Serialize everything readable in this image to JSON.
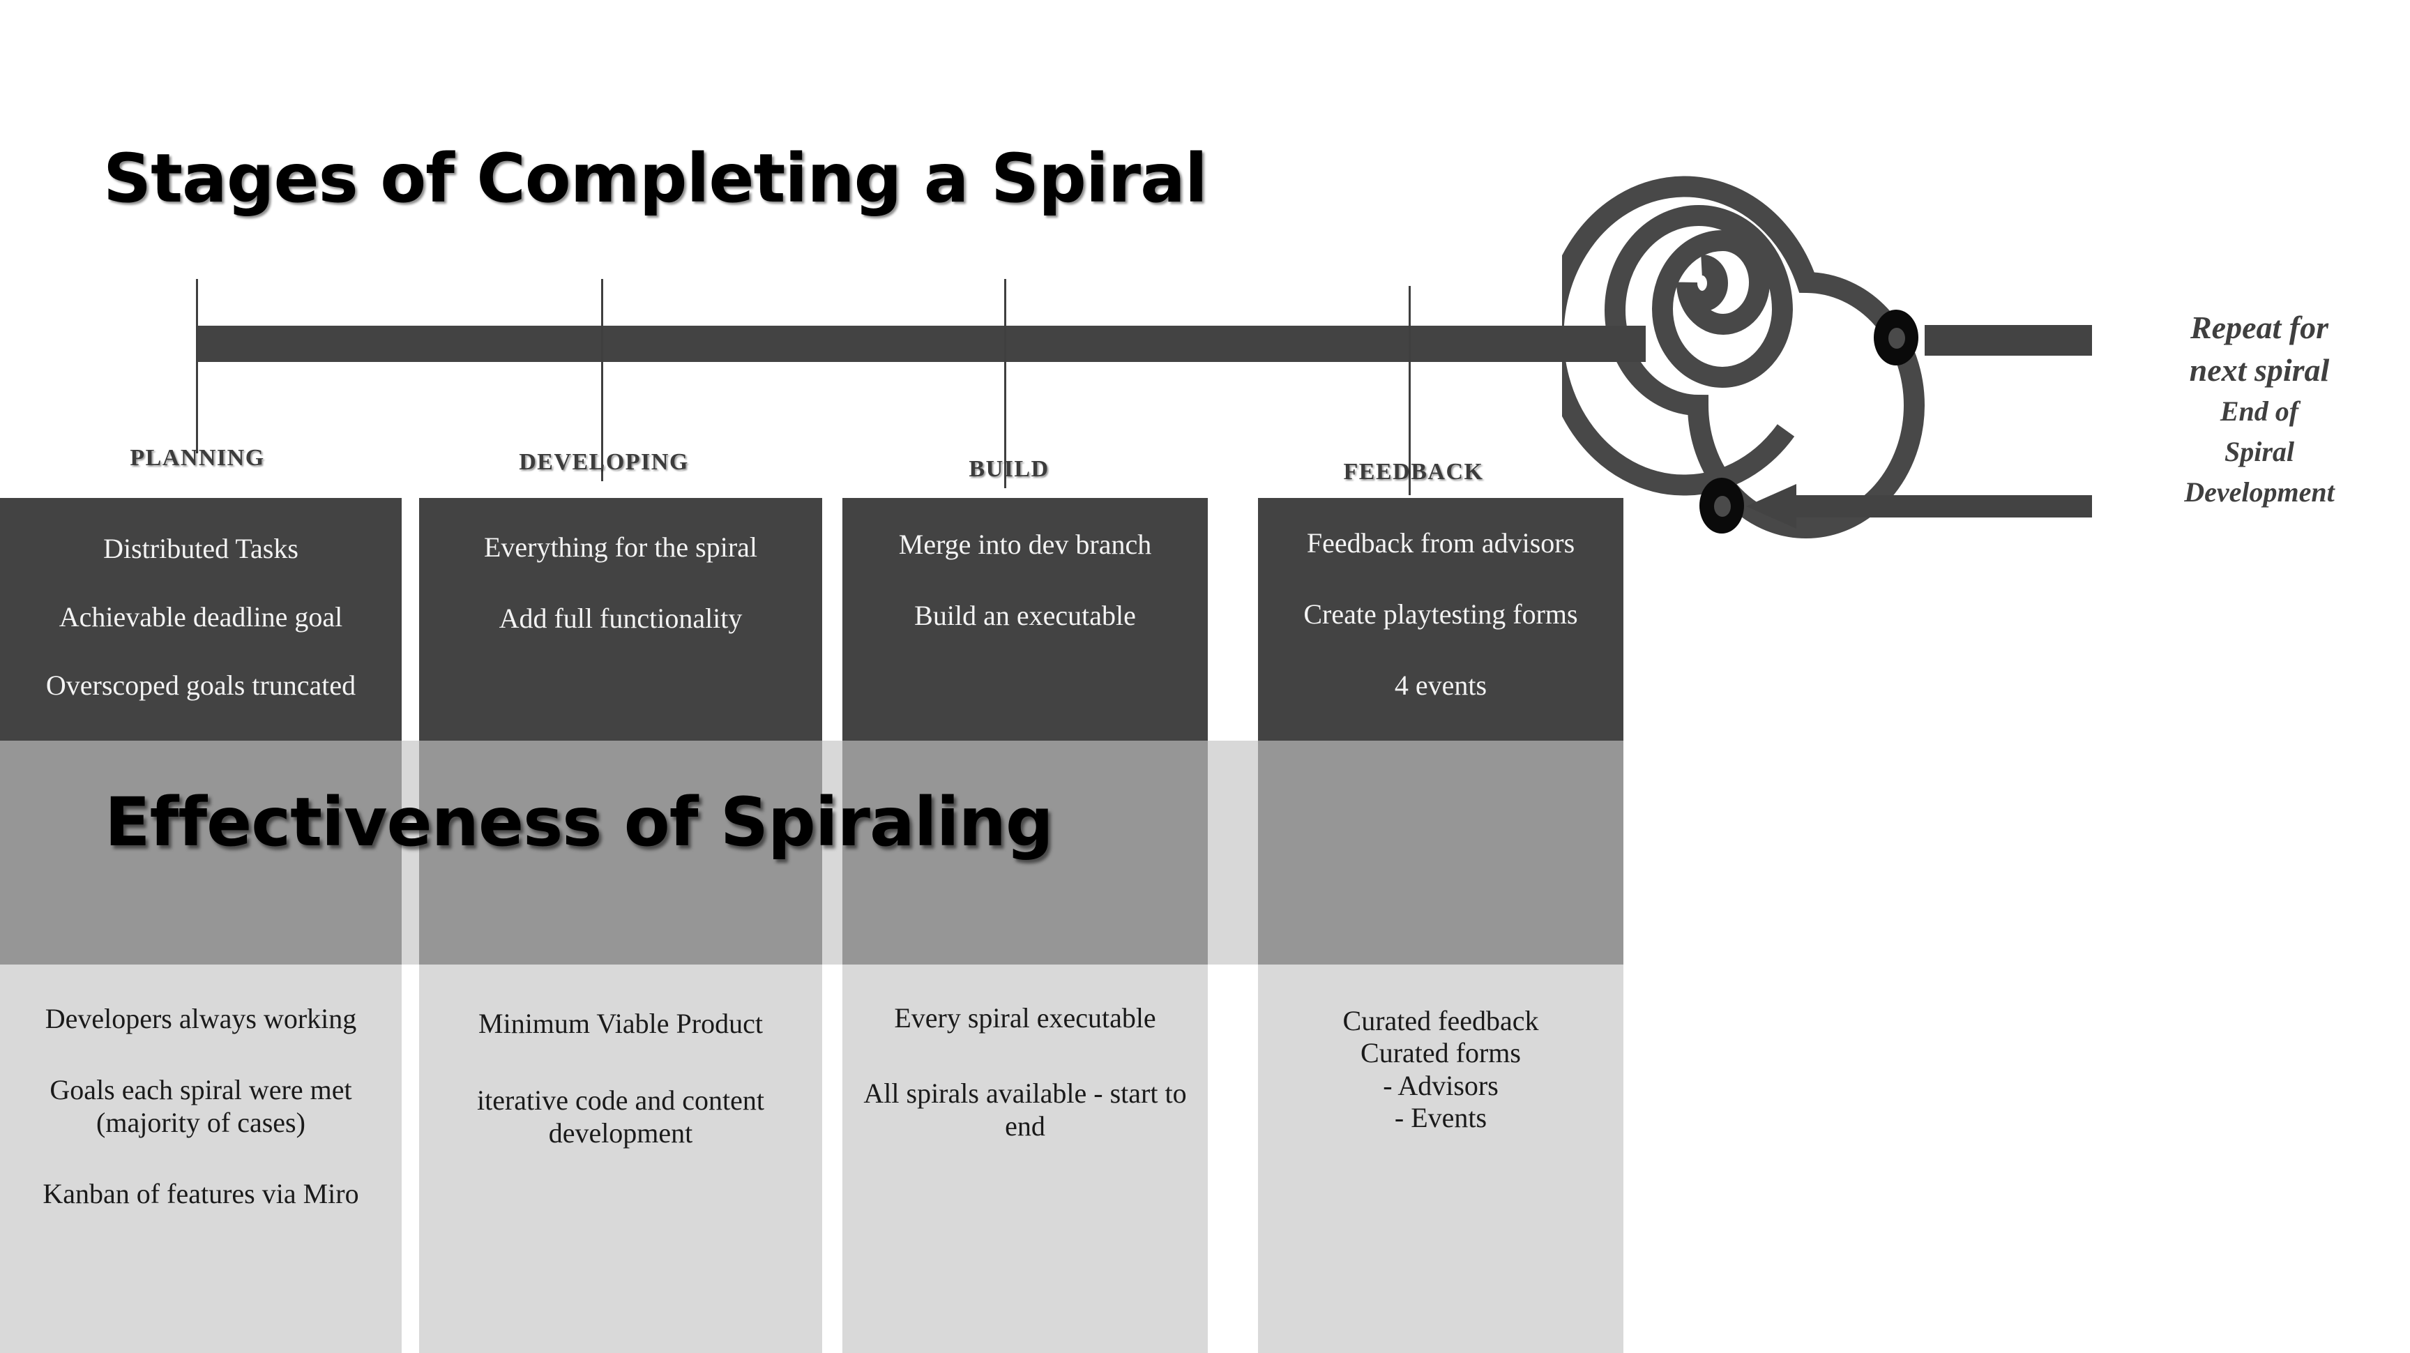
{
  "headings": {
    "main_title": "Stages of Completing a Spiral",
    "effectiveness_title": "Effectiveness of Spiraling"
  },
  "timeline": {
    "stages": [
      {
        "label": "PLANNING"
      },
      {
        "label": "DEVELOPING"
      },
      {
        "label": "BUILD"
      },
      {
        "label": "FEEDBACK"
      }
    ]
  },
  "columns": [
    {
      "name": "planning",
      "stage_label": "PLANNING",
      "dark_items": [
        "Distributed Tasks",
        "Achievable deadline goal",
        "Overscoped goals truncated"
      ],
      "light_items": [
        "Developers always working",
        "Goals each spiral were met (majority of cases)",
        "Kanban of features via Miro"
      ]
    },
    {
      "name": "developing",
      "stage_label": "DEVELOPING",
      "dark_items": [
        "Everything for the spiral",
        "Add full functionality"
      ],
      "light_items": [
        "Minimum Viable Product",
        "iterative code and content development"
      ]
    },
    {
      "name": "build",
      "stage_label": "BUILD",
      "dark_items": [
        "Merge into dev branch",
        "Build an executable"
      ],
      "light_items": [
        "Every spiral executable",
        "All spirals available - start to end"
      ]
    },
    {
      "name": "feedback",
      "stage_label": "FEEDBACK",
      "dark_items": [
        "Feedback from advisors",
        "Create playtesting forms",
        "4 events"
      ],
      "light_items": [
        "Curated feedback\nCurated forms\n - Advisors\n - Events"
      ]
    }
  ],
  "side_note": {
    "line1": "Repeat for",
    "line2": "next spiral",
    "line3": "End of",
    "line4": "Spiral",
    "line5": "Development"
  },
  "colors": {
    "dark": "#434343",
    "mid_grey": "#969696",
    "light_grey": "#d9d9d9",
    "gap_grey": "#d8d8d8",
    "black": "#0a0a0a",
    "white": "#ffffff"
  },
  "icons": {
    "spiral": "spiral-icon",
    "node_top": "spiral-node-top-icon",
    "node_bottom": "spiral-node-bottom-icon",
    "arrow_left": "arrow-left-icon",
    "connector": "connector-bar-icon"
  }
}
